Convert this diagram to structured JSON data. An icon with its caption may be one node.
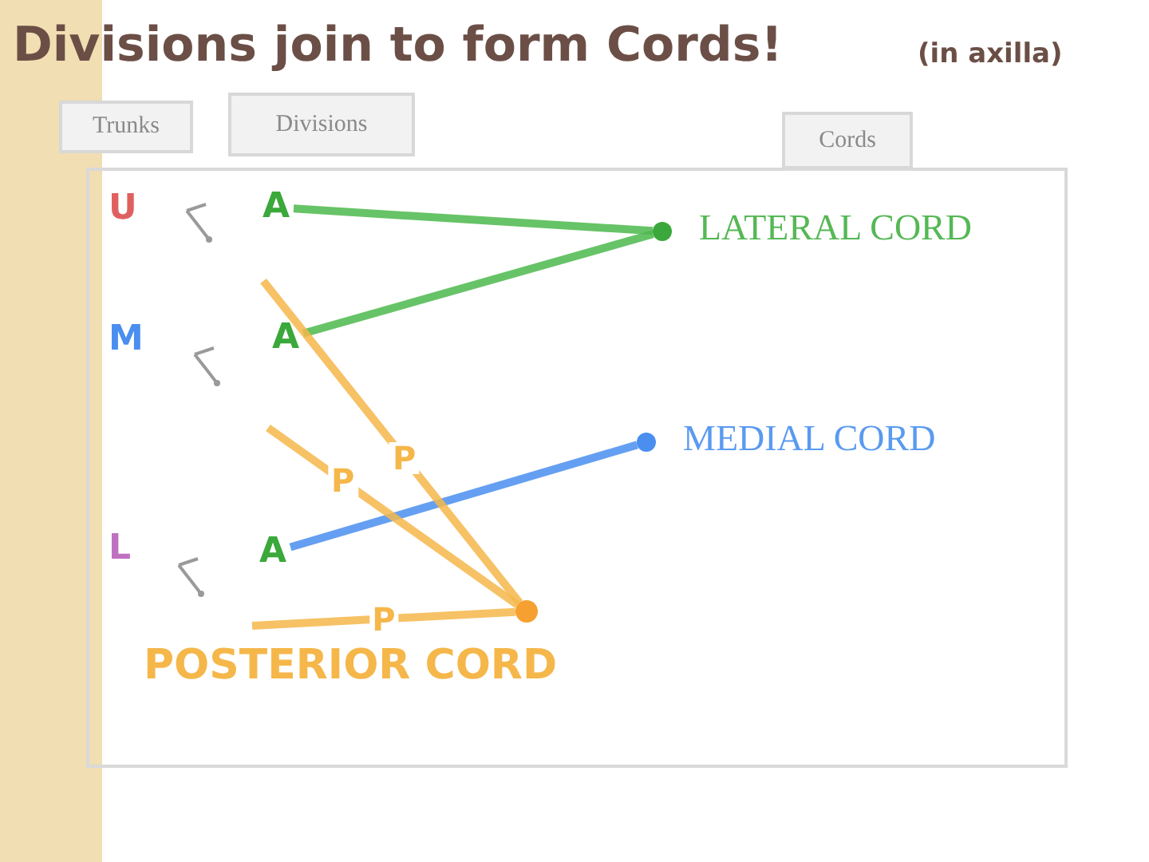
{
  "diagram": {
    "title": "Divisions join to form Cords!",
    "nodes": [
      {
        "text": [
          "Trunks"
        ]
      },
      {
        "text": [
          "Divisions"
        ]
      },
      {
        "text": [
          "Cords"
        ]
      },
      {
        "text": [
          "A"
        ]
      },
      {
        "text": [
          "A"
        ]
      },
      {
        "text": [
          "A"
        ]
      },
      {
        "text": [],
        "shape": "circle",
        "beside": [
          "LATERAL CORD"
        ]
      },
      {
        "text": [],
        "shape": "circle",
        "beside": [
          "MEDIAL CORD"
        ]
      },
      {
        "text": [],
        "shape": "circle",
        "beside": [
          "POSTERIOR CORD"
        ]
      }
    ],
    "edges": [
      {
        "from": 3,
        "to": 6,
        "arrow": "none",
        "color": "#4cb84c"
      },
      {
        "from": 4,
        "to": 6,
        "arrow": "none",
        "color": "#4cb84c"
      },
      {
        "from": 5,
        "to": 7,
        "arrow": "none",
        "color": "#4a8ef0"
      },
      {
        "from": null,
        "to": 8,
        "arrow": "none",
        "label": "P",
        "color": "#f5b74a"
      },
      {
        "from": null,
        "to": 8,
        "arrow": "none",
        "label": "P",
        "color": "#f5b74a"
      },
      {
        "from": null,
        "to": 8,
        "arrow": "none",
        "label": "P",
        "color": "#f5b74a"
      }
    ],
    "labels": [
      "(in axilla)",
      "U",
      "M",
      "L"
    ]
  }
}
